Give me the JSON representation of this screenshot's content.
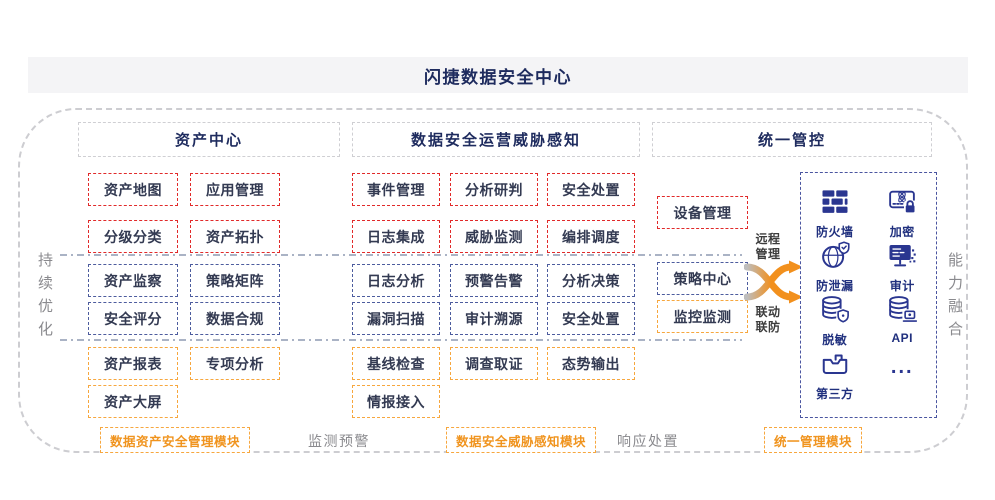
{
  "title": "闪捷数据安全中心",
  "sides": {
    "left": "持续优化",
    "right": "能力融合"
  },
  "columns": [
    {
      "header": "资产中心",
      "boxes_red": [
        "资产地图",
        "应用管理",
        "分级分类",
        "资产拓扑"
      ],
      "boxes_blue": [
        "资产监察",
        "策略矩阵",
        "安全评分",
        "数据合规"
      ],
      "boxes_orange": [
        "资产报表",
        "专项分析",
        "资产大屏"
      ]
    },
    {
      "header": "数据安全运营威胁感知",
      "boxes_red": [
        "事件管理",
        "分析研判",
        "安全处置",
        "日志集成",
        "威胁监测",
        "编排调度"
      ],
      "boxes_blue": [
        "日志分析",
        "预警告警",
        "分析决策",
        "漏洞扫描",
        "审计溯源",
        "安全处置"
      ],
      "boxes_orange": [
        "基线检查",
        "调查取证",
        "态势输出",
        "情报接入"
      ]
    },
    {
      "header": "统一管控",
      "boxes_red": [
        "设备管理"
      ],
      "boxes_blue": [
        "策略中心"
      ],
      "boxes_orange": [
        "监控监测"
      ]
    }
  ],
  "connector": {
    "top_label": "远程管理",
    "bottom_label": "联动联防"
  },
  "device_panel": {
    "items": [
      {
        "icon": "firewall-icon",
        "label": "防火墙"
      },
      {
        "icon": "encryption-icon",
        "label": "加密"
      },
      {
        "icon": "leak-prevention-icon",
        "label": "防泄漏"
      },
      {
        "icon": "audit-icon",
        "label": "审计"
      },
      {
        "icon": "data-masking-icon",
        "label": "脱敏"
      },
      {
        "icon": "api-icon",
        "label": "API"
      },
      {
        "icon": "third-party-icon",
        "label": "第三方"
      },
      {
        "icon": "more-icon",
        "label": "",
        "glyph": "..."
      }
    ]
  },
  "footer": {
    "module_labels": [
      "数据资产安全管理模块",
      "数据安全威胁感知模块",
      "统一管理模块"
    ],
    "phase_labels": [
      "监测预警",
      "响应处置"
    ]
  },
  "colors": {
    "accent_red": "#e12a2a",
    "accent_blue": "#4d5c9e",
    "accent_orange": "#f7a73e",
    "icon_navy": "#2a3690",
    "title_navy": "#1e2b5e",
    "gray_text": "#8a8a8e",
    "band_bg": "#f4f4f6"
  }
}
